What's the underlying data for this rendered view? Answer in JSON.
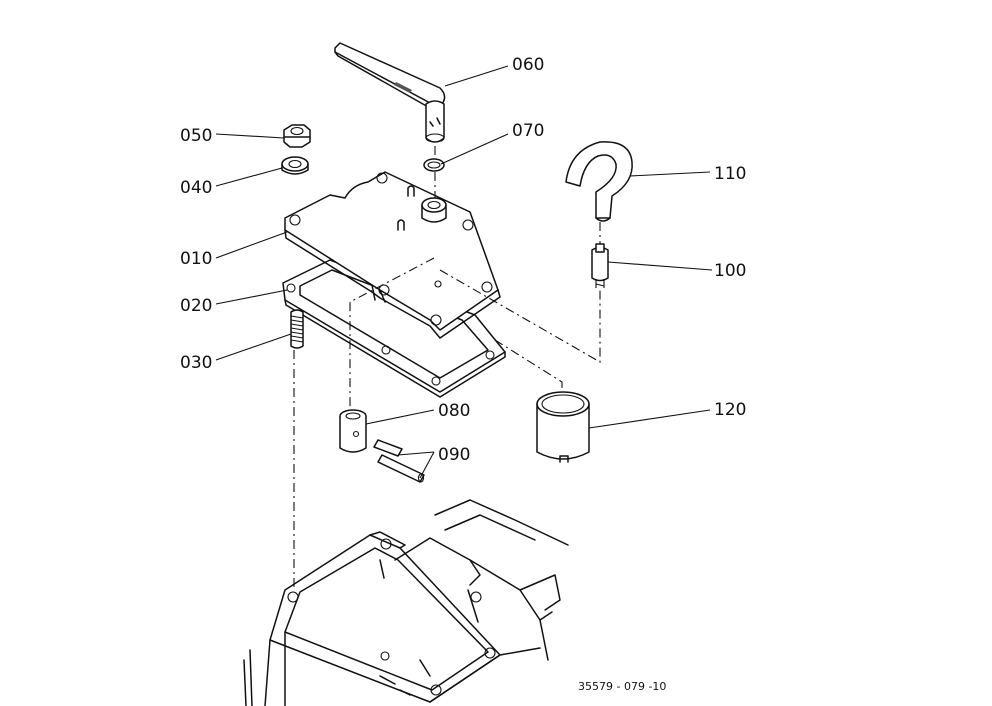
{
  "callouts": {
    "p010": "010",
    "p020": "020",
    "p030": "030",
    "p040": "040",
    "p050": "050",
    "p060": "060",
    "p070": "070",
    "p080": "080",
    "p090": "090",
    "p100": "100",
    "p110": "110",
    "p120": "120"
  },
  "doc_id": "35579 - 079 -10"
}
